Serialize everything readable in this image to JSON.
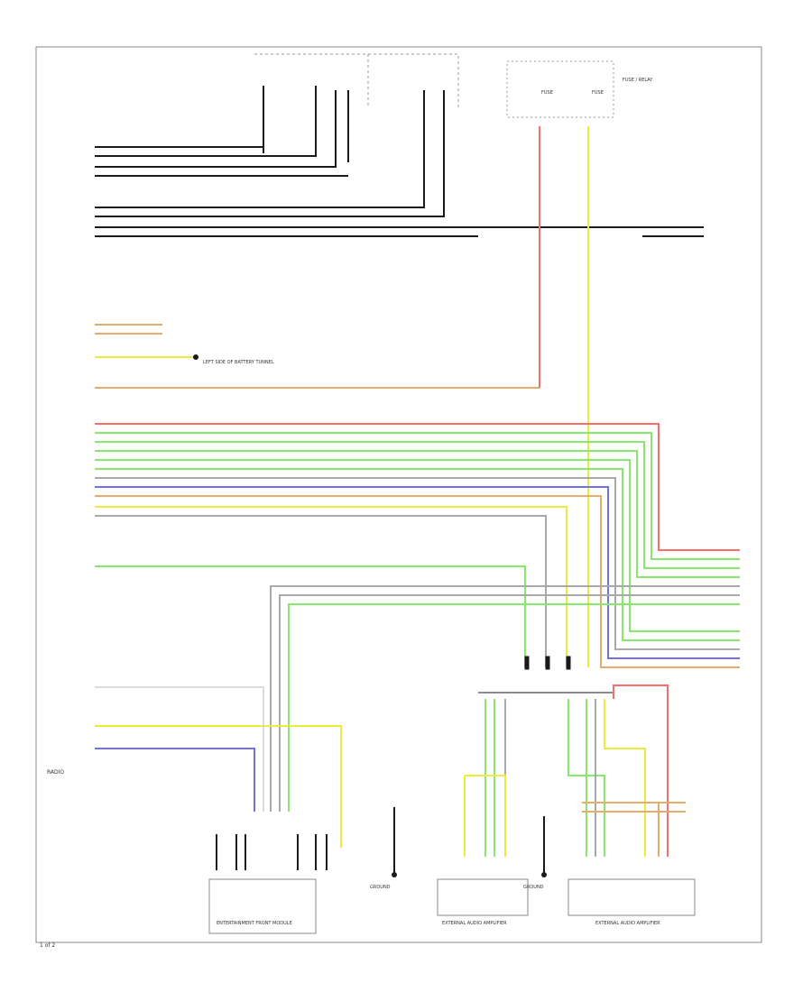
{
  "colors": {
    "red": "#ff6a6a",
    "yellow": "#ecec3c",
    "green": "#86e96b",
    "gray": "#a9a9a9",
    "blue": "#7070e8",
    "orange": "#e6ac6a",
    "black": "#1a1a1a",
    "outline": "#8a8a8a"
  },
  "labels": {
    "fuse_left": "FUSE",
    "fuse_right": "FUSE",
    "relay_note": "FUSE / RELAY",
    "battery_note": "LEFT SIDE OF BATTERY TUNNEL",
    "ground_note_a": "GROUND",
    "ground_note_b": "GROUND",
    "radio": "RADIO",
    "footer": "1 of 2",
    "front_module": "ENTERTAINMENT FRONT MODULE",
    "rear_module_left": "EXTERNAL AUDIO AMPLIFIER",
    "rear_module_right": "EXTERNAL AUDIO AMPLIFIER"
  }
}
